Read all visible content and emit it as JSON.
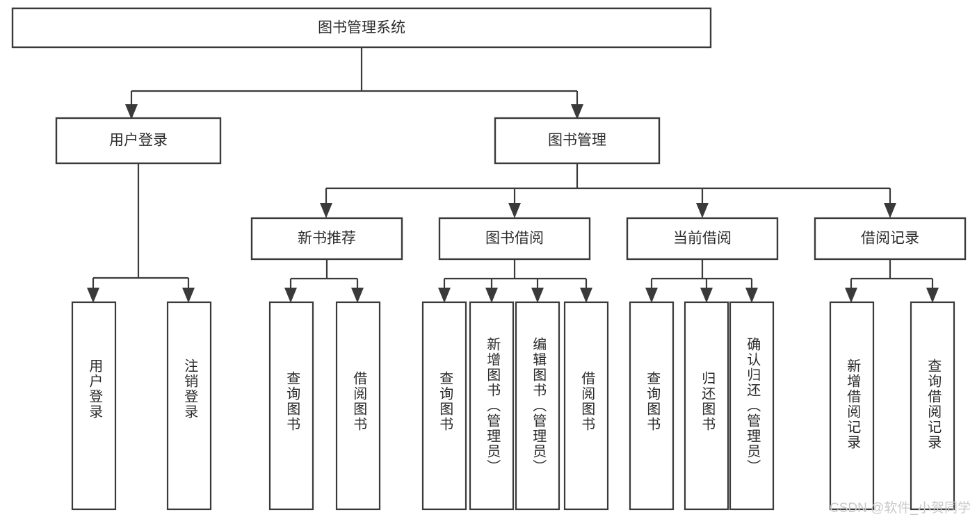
{
  "diagram": {
    "title": "图书管理系统",
    "root": {
      "label": "图书管理系统"
    },
    "level2": [
      {
        "label": "用户登录"
      },
      {
        "label": "图书管理"
      }
    ],
    "level3": [
      {
        "label": "新书推荐"
      },
      {
        "label": "图书借阅"
      },
      {
        "label": "当前借阅"
      },
      {
        "label": "借阅记录"
      }
    ],
    "leaves": {
      "user_login": [
        {
          "label": "用户登录"
        },
        {
          "label": "注销登录"
        }
      ],
      "new_book_recommend": [
        {
          "label": "查询图书"
        },
        {
          "label": "借阅图书"
        }
      ],
      "book_borrow": [
        {
          "label": "查询图书"
        },
        {
          "label": "新增图书（管理员）"
        },
        {
          "label": "编辑图书（管理员）"
        },
        {
          "label": "借阅图书"
        }
      ],
      "current_borrow": [
        {
          "label": "查询图书"
        },
        {
          "label": "归还图书"
        },
        {
          "label": "确认归还（管理员）"
        }
      ],
      "borrow_record": [
        {
          "label": "新增借阅记录"
        },
        {
          "label": "查询借阅记录"
        }
      ]
    }
  },
  "watermark": {
    "text": "CSDN @软件_小贺同学"
  },
  "colors": {
    "stroke": "#3a3a3a",
    "box_fill": "#ffffff",
    "text": "#2b2b2b",
    "watermark": "#c9c9c9",
    "background": "#ffffff"
  }
}
